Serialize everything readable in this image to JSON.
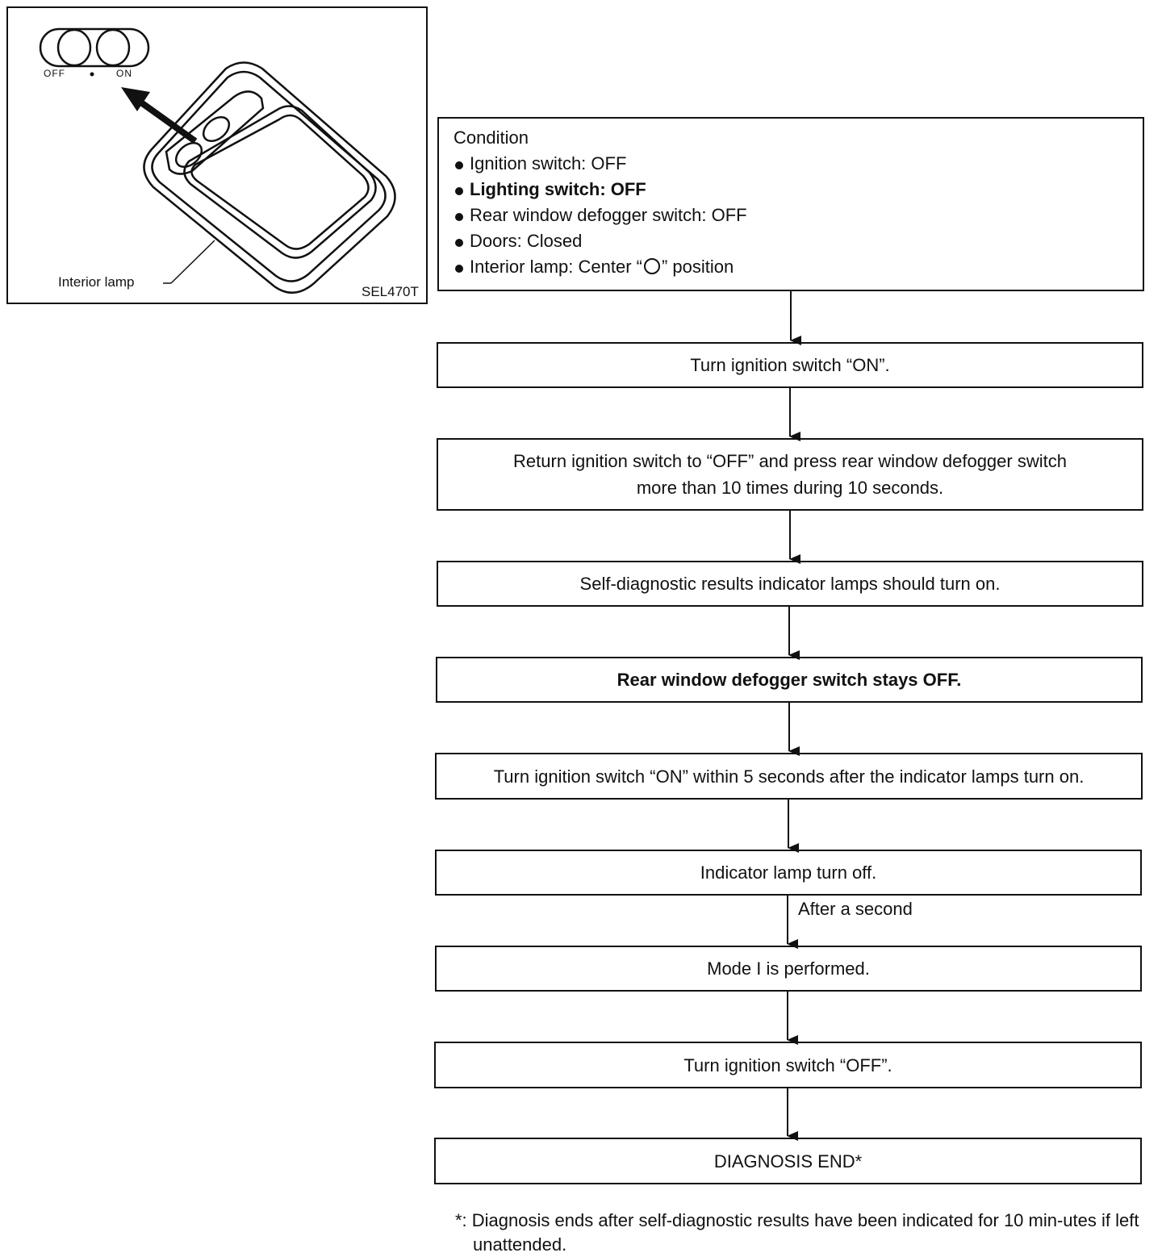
{
  "figure": {
    "switch_off": "OFF",
    "switch_on": "ON",
    "callout": "Interior lamp",
    "figure_id": "SEL470T"
  },
  "condition": {
    "title": "Condition",
    "items": [
      "Ignition switch: OFF",
      "Lighting switch: OFF",
      "Rear window defogger switch: OFF",
      "Doors: Closed",
      "Interior lamp: Center “",
      "” position"
    ]
  },
  "steps": [
    "Turn ignition switch “ON”.",
    "Return ignition switch to “OFF” and press rear window defogger switch",
    "more than 10 times during 10 seconds.",
    "Self-diagnostic results indicator lamps should turn on.",
    "Rear window defogger switch stays OFF.",
    "Turn ignition switch “ON” within 5 seconds after the indicator lamps turn on.",
    "Indicator lamp turn off.",
    "Mode I is performed.",
    "Turn ignition switch “OFF”.",
    "DIAGNOSIS END*"
  ],
  "edge_label": "After a second",
  "footnote": "*: Diagnosis ends after self-diagnostic results have been indicated for 10 min-utes if left unattended."
}
